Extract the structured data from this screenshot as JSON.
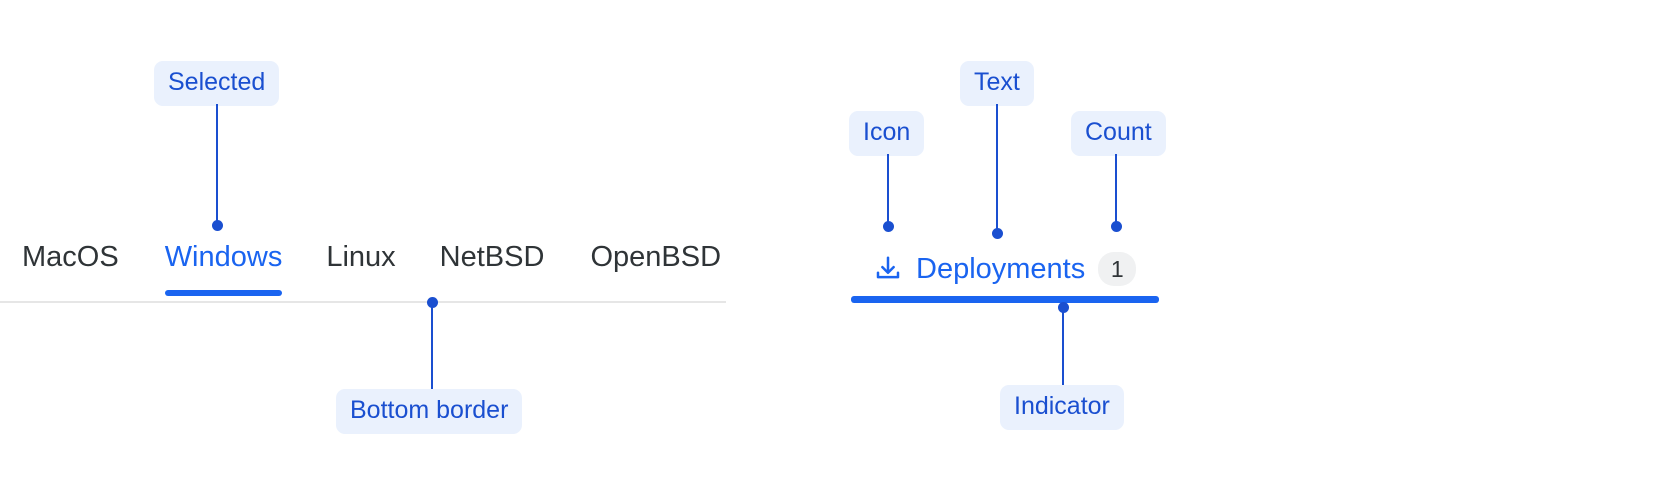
{
  "theme": {
    "accent": "#1a64f0",
    "annotation_text": "#1a4fd0",
    "annotation_bg": "#eaf1fd",
    "tab_text": "#2f3437",
    "border": "#e6e6e6",
    "count_bg": "#f0f1f2"
  },
  "left_tabbar": {
    "tabs": [
      {
        "label": "MacOS",
        "selected": false
      },
      {
        "label": "Windows",
        "selected": true
      },
      {
        "label": "Linux",
        "selected": false
      },
      {
        "label": "NetBSD",
        "selected": false
      },
      {
        "label": "OpenBSD",
        "selected": false
      }
    ],
    "annotations": {
      "selected": "Selected",
      "bottom_border": "Bottom border"
    }
  },
  "right_tab": {
    "icon": "download-icon",
    "label": "Deployments",
    "count": "1",
    "annotations": {
      "icon": "Icon",
      "text": "Text",
      "count": "Count",
      "indicator": "Indicator"
    }
  }
}
